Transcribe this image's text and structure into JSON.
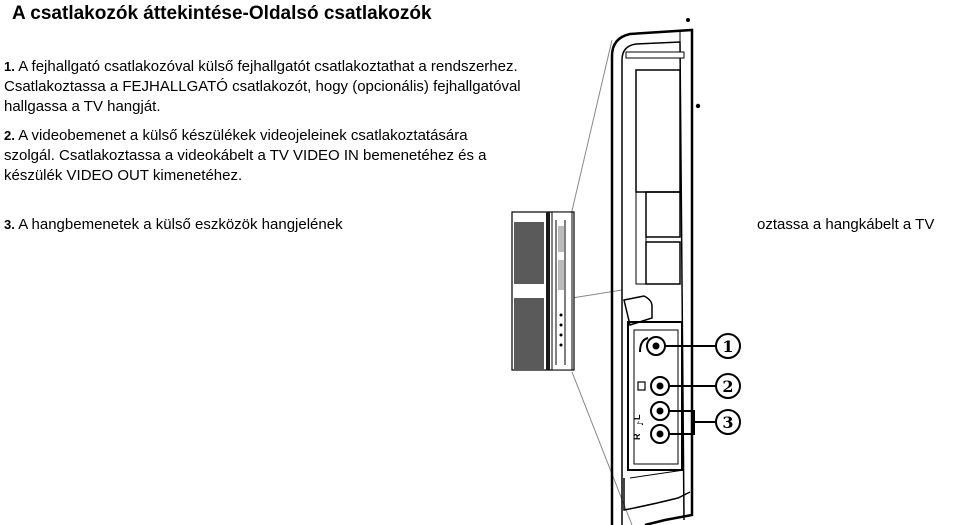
{
  "title": "A csatlakozók áttekintése-Oldalsó csatlakozók",
  "items": [
    {
      "num": "1.",
      "text": "A fejhallgató csatlakozóval külső fejhallgatót csatlakoztathat a rendszerhez. Csatlakoztassa a FEJHALLGATÓ csatlakozót, hogy (opcionális) fejhallgatóval hallgassa a TV hangját."
    },
    {
      "num": "2.",
      "text": "A videobemenet a külső készülékek videojeleinek csatlakoztatására szolgál. Csatlakoztassa a videokábelt a TV VIDEO IN bemenetéhez és a készülék VIDEO OUT kimenetéhez."
    },
    {
      "num": "3.",
      "text_left": "A hangbemenetek a külső eszközök hangjelének",
      "text_right": "oztassa a hangkábelt a TV"
    }
  ],
  "diagram": {
    "callouts": [
      "1",
      "2",
      "3"
    ],
    "port_labels": [
      "R",
      "L"
    ],
    "icons": [
      "headphone-icon",
      "video-icon"
    ]
  }
}
